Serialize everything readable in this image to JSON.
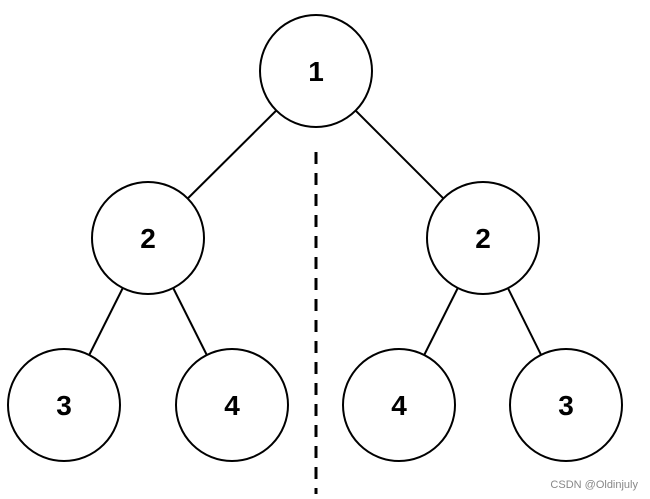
{
  "tree": {
    "nodes": [
      {
        "id": "root",
        "label": "1"
      },
      {
        "id": "left-child",
        "label": "2"
      },
      {
        "id": "right-child",
        "label": "2"
      },
      {
        "id": "left-left",
        "label": "3"
      },
      {
        "id": "left-right",
        "label": "4"
      },
      {
        "id": "right-left",
        "label": "4"
      },
      {
        "id": "right-right",
        "label": "3"
      }
    ],
    "edges": [
      [
        "root",
        "left-child"
      ],
      [
        "root",
        "right-child"
      ],
      [
        "left-child",
        "left-left"
      ],
      [
        "left-child",
        "left-right"
      ],
      [
        "right-child",
        "right-left"
      ],
      [
        "right-child",
        "right-right"
      ]
    ]
  },
  "watermark": "CSDN @Oldinjuly",
  "colors": {
    "stroke": "#000000",
    "fill": "#ffffff",
    "watermark": "#888888"
  }
}
